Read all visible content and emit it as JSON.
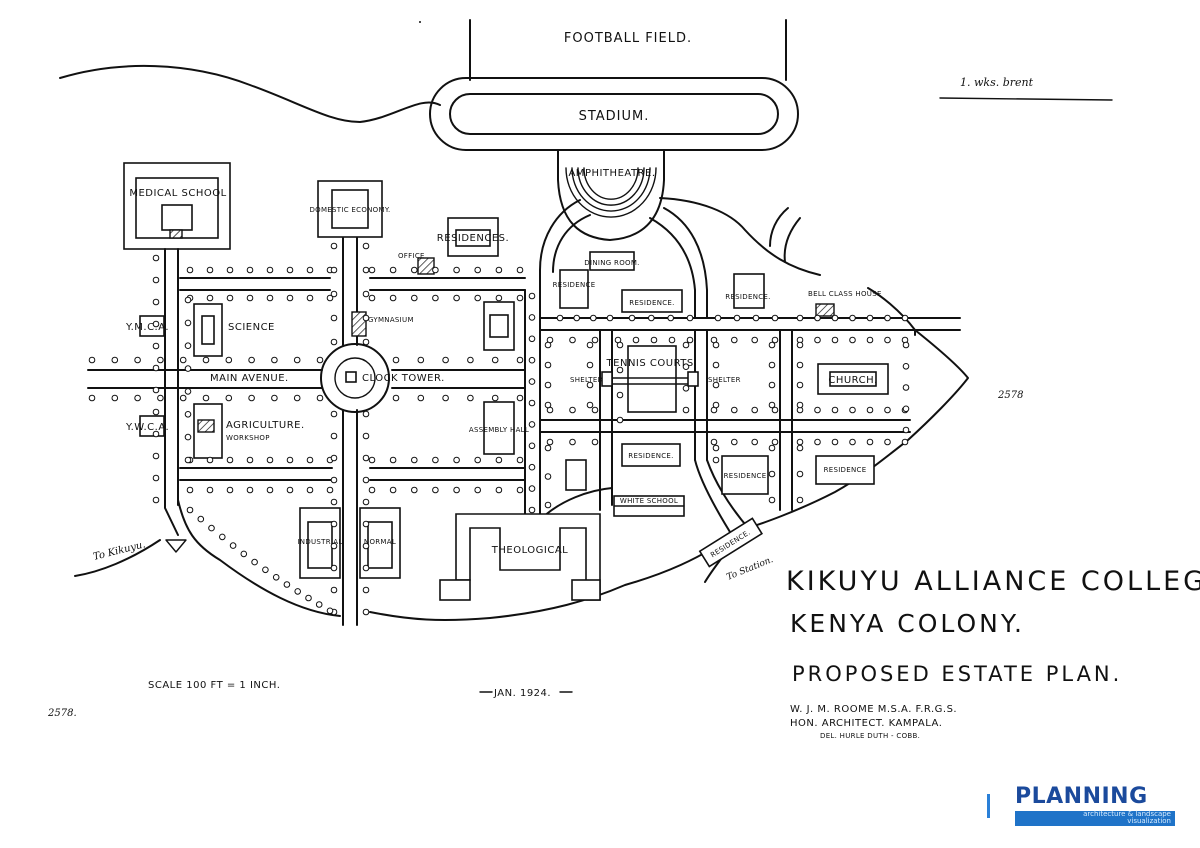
{
  "plan": {
    "top_note": "1. wks. brent",
    "ref_right": "2578",
    "ref_left": "2578.",
    "scale": "Scale 100 ft = 1 Inch.",
    "date": "Jan. 1924.",
    "to_kikuyu": "To Kikuyu.",
    "to_station": "To Station.",
    "labels": {
      "football_field": "Football Field.",
      "stadium": "Stadium.",
      "amphitheatre": "Amphitheatre.",
      "medical_school": "Medical School",
      "domestic_economy": "Domestic Economy.",
      "residences": "Residences.",
      "office": "Office",
      "dining_room": "Dining Room.",
      "residence_left": "Residence",
      "residence_centre_top": "Residence.",
      "residence_right_top": "Residence.",
      "bell_class_house": "Bell Class House",
      "ymca": "Y.M.C.A.",
      "ywca": "Y.W.C.A.",
      "science": "Science",
      "gymnasium": "Gymnasium",
      "main_avenue": "Main Avenue.",
      "clock_tower": "Clock Tower.",
      "agriculture": "Agriculture.",
      "workshop": "Workshop",
      "assembly_hall": "Assembly Hall",
      "tennis_courts": "Tennis Courts.",
      "shelter_left": "Shelter",
      "shelter_right": "Shelter",
      "church": "Church.",
      "residence_centre_mid": "Residence.",
      "residence_right_mid": "Residence",
      "residence_far_right": "Residence",
      "white_school": "White School",
      "residence_diag": "Residence.",
      "industrial": "Industrial",
      "normal": "Normal",
      "theological": "Theological"
    }
  },
  "title_block": {
    "line1": "Kikuyu Alliance College",
    "line2": "Kenya Colony.",
    "line3": "Proposed Estate Plan.",
    "author": "W. J. M. Roome M.S.A. F.R.G.S.",
    "role": "Hon. Architect. Kampala.",
    "delineator": "Del. Hurle Duth - Cobb."
  },
  "logo": {
    "name": "PLANNING",
    "tag1": "architecture & landscape",
    "tag2": "visualization"
  }
}
